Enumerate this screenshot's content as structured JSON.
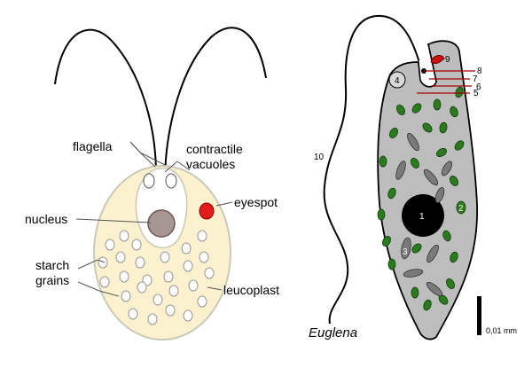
{
  "left": {
    "labels": {
      "flagella": "flagella",
      "contractile": "contractile",
      "vacuoles": "vacuoles",
      "eyespot": "eyespot",
      "nucleus": "nucleus",
      "starch": "starch",
      "grains": "grains",
      "leucoplast": "leucoplast"
    },
    "colors": {
      "cytoplasm": "#fbf1cf",
      "outline": "#c9c9b8",
      "nucleus": "#a79692",
      "eyespot": "#e51b1b"
    }
  },
  "right": {
    "species": "Euglena",
    "scale_label": "0,01 mm",
    "numbers": {
      "n1": "1",
      "n2": "2",
      "n3": "3",
      "n4": "4",
      "n5": "5",
      "n6": "6",
      "n7": "7",
      "n8": "8",
      "n9": "9",
      "n10": "10"
    },
    "colors": {
      "body": "#bdbdbd",
      "chloroplast": "#2c7a1e",
      "paramylon": "#7a7a7a",
      "nucleus": "#000000",
      "eyespot": "#cc1111",
      "leader_lines": "#a00000"
    }
  }
}
